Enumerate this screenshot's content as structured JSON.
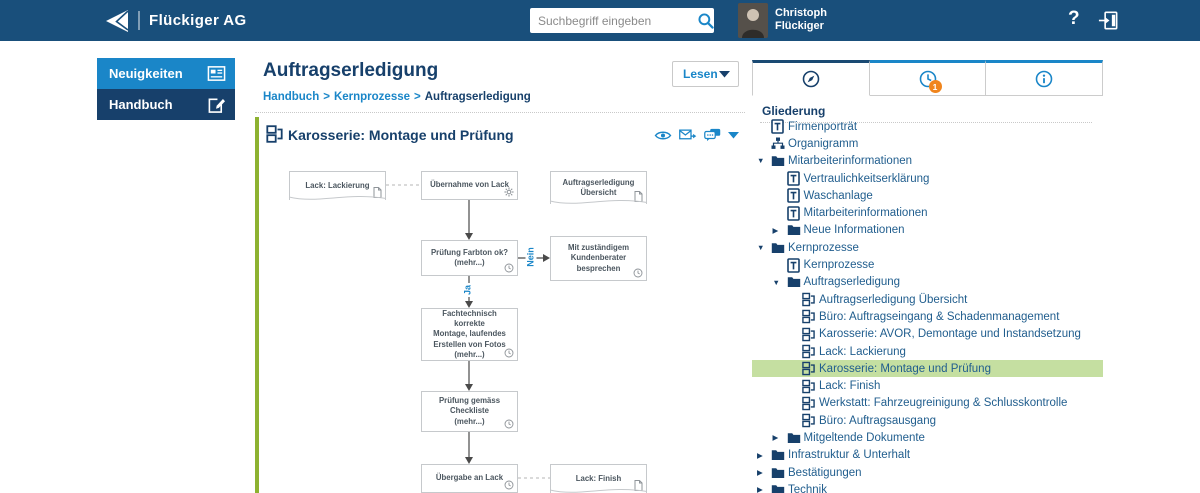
{
  "header": {
    "brand": "Flückiger AG",
    "search_placeholder": "Suchbegriff eingeben",
    "user_name_line1": "Christoph",
    "user_name_line2": "Flückiger",
    "help_label": "?"
  },
  "sidebar": {
    "items": [
      {
        "label": "Neuigkeiten",
        "icon": "newspaper-icon"
      },
      {
        "label": "Handbuch",
        "icon": "edit-document-icon"
      }
    ]
  },
  "main": {
    "title": "Auftragserledigung",
    "breadcrumb": [
      "Handbuch",
      "Kernprozesse",
      "Auftragserledigung"
    ],
    "breadcrumb_separator": ">",
    "mode_button": "Lesen",
    "panel_title": "Karosserie: Montage und Prüfung",
    "panel_actions": [
      "eye-icon",
      "send-mail-icon",
      "comments-icon",
      "chevron-down-icon"
    ]
  },
  "flowchart": {
    "nodes": [
      {
        "id": "lack-lackierung",
        "label": "Lack: Lackierung",
        "shape": "document",
        "corner_icon": "document-icon"
      },
      {
        "id": "uebernahme-von-lack",
        "label": "Übernahme von Lack",
        "shape": "process",
        "corner_icon": "gear-icon"
      },
      {
        "id": "auftragserledigung-uebersicht",
        "label": "Auftragserledigung\nÜbersicht",
        "shape": "document",
        "corner_icon": "document-icon"
      },
      {
        "id": "pruefung-farbton",
        "label": "Prüfung Farbton ok?\n(mehr...)",
        "shape": "process",
        "corner_icon": "clock-icon"
      },
      {
        "id": "kundenberater-besprechen",
        "label": "Mit zuständigem\nKundenberater\nbesprechen",
        "shape": "process",
        "corner_icon": "clock-icon"
      },
      {
        "id": "montage-fotos",
        "label": "Fachtechnisch korrekte\nMontage, laufendes\nErstellen von Fotos\n(mehr...)",
        "shape": "process",
        "corner_icon": "clock-icon"
      },
      {
        "id": "pruefung-checkliste",
        "label": "Prüfung gemäss\nCheckliste\n(mehr...)",
        "shape": "process",
        "corner_icon": "clock-icon"
      },
      {
        "id": "uebergabe-an-lack",
        "label": "Übergabe an Lack",
        "shape": "process",
        "corner_icon": "clock-icon"
      },
      {
        "id": "lack-finish",
        "label": "Lack: Finish",
        "shape": "document",
        "corner_icon": "document-icon"
      }
    ],
    "edge_labels": {
      "no": "Nein",
      "yes": "Ja"
    }
  },
  "right_panel": {
    "tabs": [
      {
        "icon": "compass-icon",
        "active": true
      },
      {
        "icon": "clock-history-icon",
        "badge": "1"
      },
      {
        "icon": "info-icon"
      }
    ],
    "heading": "Gliederung",
    "tree": [
      {
        "label": "Firmenporträt",
        "icon": "text-document-icon",
        "level": 0
      },
      {
        "label": "Organigramm",
        "icon": "org-chart-icon",
        "level": 0
      },
      {
        "label": "Mitarbeiterinformationen",
        "icon": "folder-icon",
        "level": 0,
        "expanded": true
      },
      {
        "label": "Vertraulichkeitserklärung",
        "icon": "text-document-icon",
        "level": 1
      },
      {
        "label": "Waschanlage",
        "icon": "text-document-icon",
        "level": 1
      },
      {
        "label": "Mitarbeiterinformationen",
        "icon": "text-document-icon",
        "level": 1
      },
      {
        "label": "Neue Informationen",
        "icon": "folder-icon",
        "level": 1,
        "expanded": false
      },
      {
        "label": "Kernprozesse",
        "icon": "folder-icon",
        "level": 0,
        "expanded": true
      },
      {
        "label": "Kernprozesse",
        "icon": "text-document-icon",
        "level": 1
      },
      {
        "label": "Auftragserledigung",
        "icon": "folder-icon",
        "level": 1,
        "expanded": true
      },
      {
        "label": "Auftragserledigung Übersicht",
        "icon": "flowchart-icon",
        "level": 2
      },
      {
        "label": "Büro: Auftragseingang & Schadenmanagement",
        "icon": "flowchart-icon",
        "level": 2
      },
      {
        "label": "Karosserie: AVOR, Demontage und Instandsetzung",
        "icon": "flowchart-icon",
        "level": 2
      },
      {
        "label": "Lack: Lackierung",
        "icon": "flowchart-icon",
        "level": 2
      },
      {
        "label": "Karosserie: Montage und Prüfung",
        "icon": "flowchart-icon",
        "level": 2,
        "selected": true
      },
      {
        "label": "Lack: Finish",
        "icon": "flowchart-icon",
        "level": 2
      },
      {
        "label": "Werkstatt: Fahrzeugreinigung & Schlusskontrolle",
        "icon": "flowchart-icon",
        "level": 2
      },
      {
        "label": "Büro: Auftragsausgang",
        "icon": "flowchart-icon",
        "level": 2
      },
      {
        "label": "Mitgeltende Dokumente",
        "icon": "folder-icon",
        "level": 1,
        "expanded": false
      },
      {
        "label": "Infrastruktur & Unterhalt",
        "icon": "folder-icon",
        "level": 0,
        "expanded": false
      },
      {
        "label": "Bestätigungen",
        "icon": "folder-icon",
        "level": 0,
        "expanded": false
      },
      {
        "label": "Technik",
        "icon": "folder-icon",
        "level": 0,
        "expanded": false
      }
    ]
  },
  "colors": {
    "header_bg": "#194f7b",
    "accent_blue": "#1a86c8",
    "navy_text": "#17406b",
    "tree_text": "#215e8e",
    "green_bar": "#8db231",
    "selection_green": "#c5dfa1",
    "badge_orange": "#f0851d"
  }
}
